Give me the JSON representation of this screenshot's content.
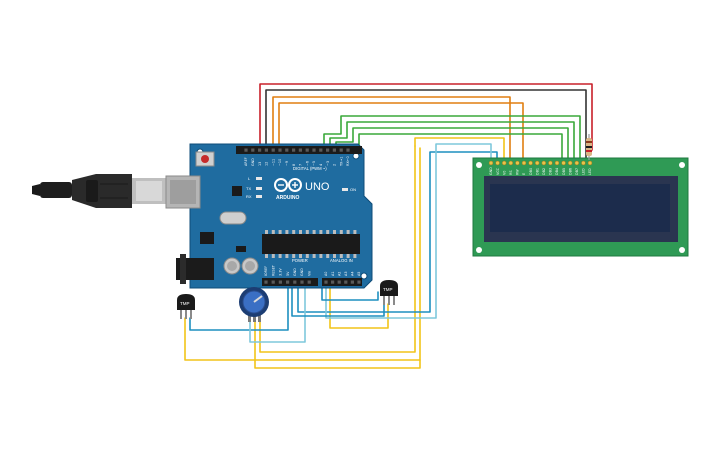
{
  "arduino": {
    "brand": "ARDUINO",
    "model": "UNO",
    "tx": "TX",
    "rx": "RX",
    "l": "L",
    "on": "ON",
    "digital_header": "DIGITAL (PWM ~)",
    "aref": "AREF",
    "gnd": "GND",
    "power_header": "POWER",
    "analog_header": "ANALOG IN",
    "power_pins": [
      "IOREF",
      "RESET",
      "3.3V",
      "5V",
      "GND",
      "GND",
      "Vin"
    ],
    "analog_pins": [
      "A0",
      "A1",
      "A2",
      "A3",
      "A4",
      "A5"
    ],
    "digital_pins": [
      "13",
      "12",
      "~11",
      "~10",
      "~9",
      "8",
      "7",
      "~6",
      "~5",
      "4",
      "~3",
      "2",
      "TX→1",
      "RX←0"
    ]
  },
  "lcd": {
    "pin_labels": [
      "GND",
      "VCC",
      "V0",
      "RS",
      "RW",
      "E",
      "DB0",
      "DB1",
      "DB2",
      "DB3",
      "DB4",
      "DB5",
      "DB6",
      "DB7",
      "LED",
      "LED"
    ]
  },
  "sensors": {
    "left_label": "TMP",
    "right_label": "TMP"
  },
  "colors": {
    "board": "#1f6ca0",
    "board_edge": "#0f4c78",
    "lcd_pcb": "#2f9a55",
    "lcd_screen": "#1c2c4c",
    "wire_red": "#c8202a",
    "wire_black": "#333333",
    "wire_orange": "#e07e10",
    "wire_yellow": "#f2c418",
    "wire_green": "#3aa83a",
    "wire_blue": "#1d8fbf",
    "wire_lightblue": "#7ec8dc"
  }
}
